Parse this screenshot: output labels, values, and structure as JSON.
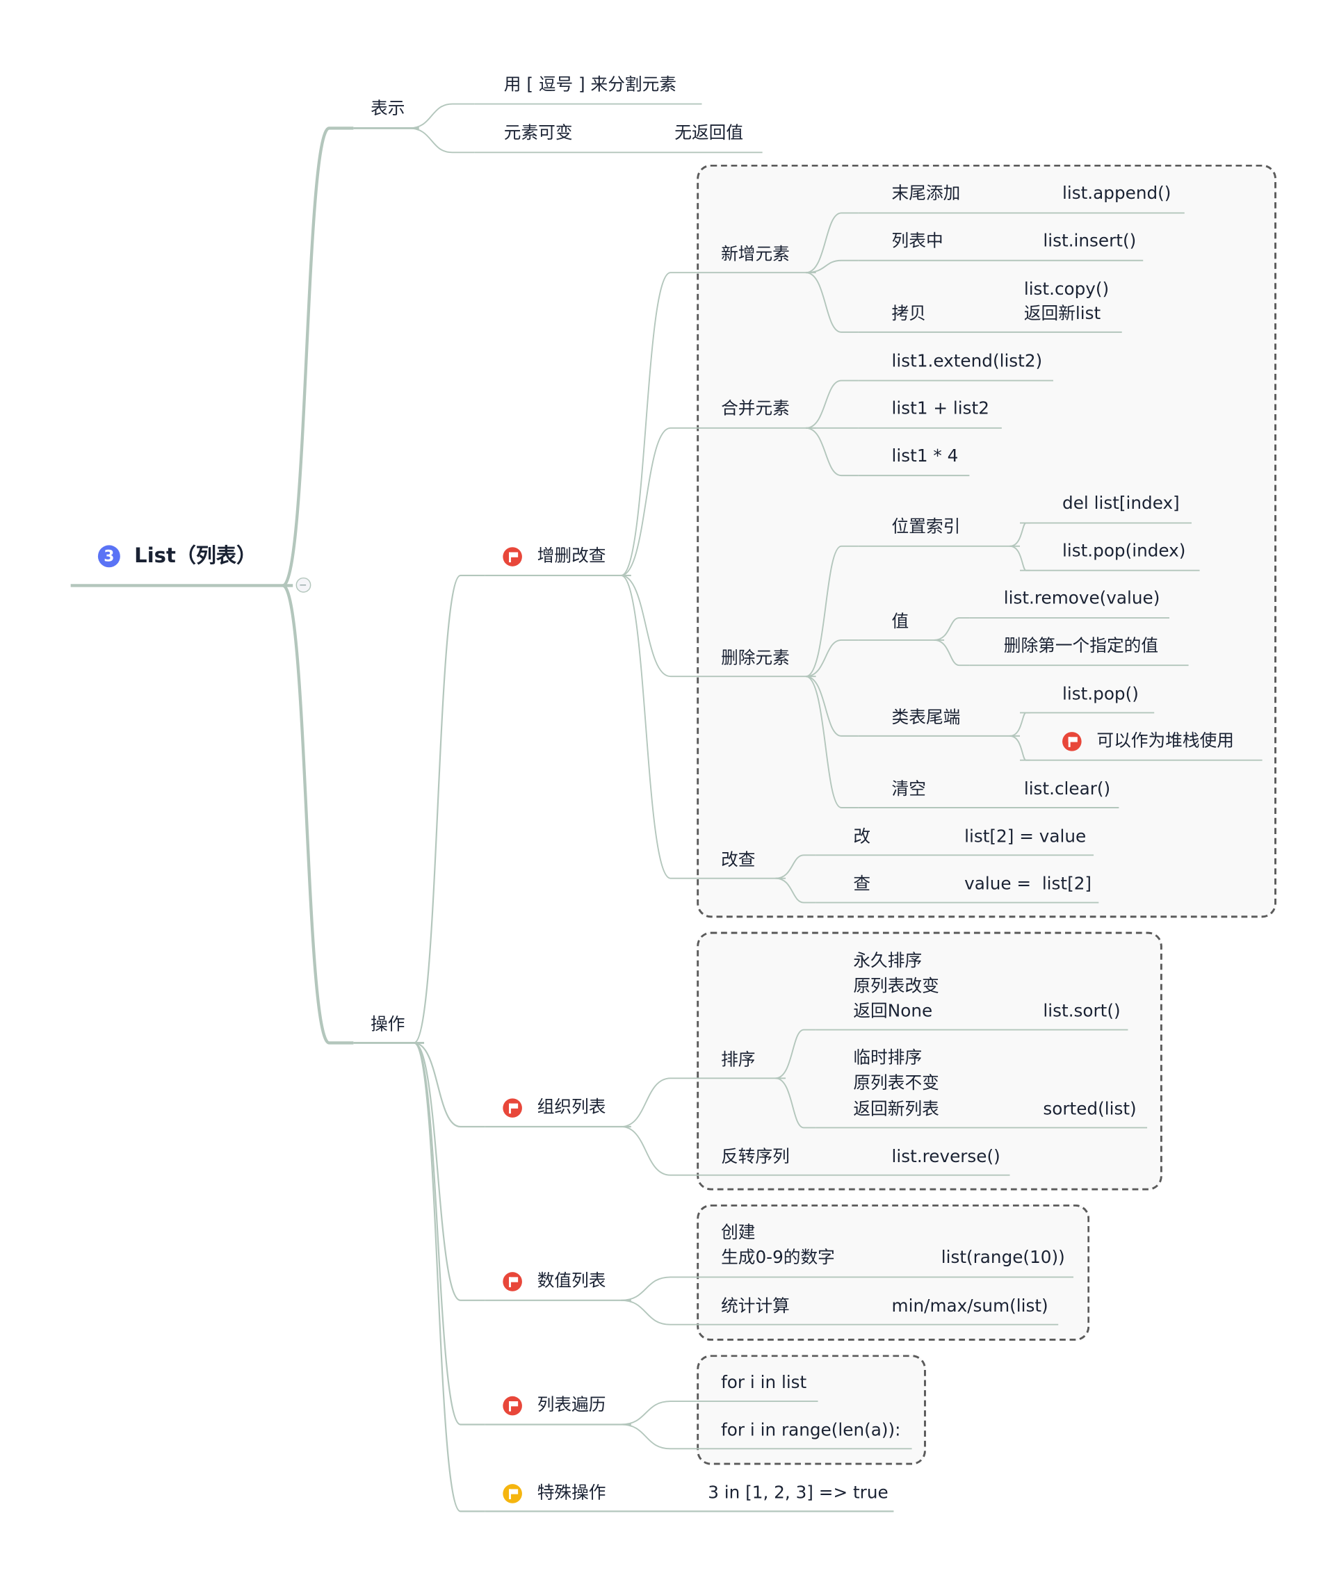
{
  "root": {
    "badge": "3",
    "title": "List（列表）"
  },
  "represent": {
    "label": "表示",
    "separator": "用 [ 逗号 ] 来分割元素",
    "mutable": "元素可变",
    "mutable_note": "无返回值"
  },
  "ops": {
    "label": "操作",
    "crud": {
      "label": "增删改查",
      "add": {
        "label": "新增元素",
        "append": {
          "label": "末尾添加",
          "code": "list.append()"
        },
        "insert": {
          "label": "列表中",
          "code": "list.insert()"
        },
        "copy": {
          "label": "拷贝",
          "code": "list.copy()",
          "note": "返回新list"
        }
      },
      "merge": {
        "label": "合并元素",
        "items": [
          "list1.extend(list2)",
          "list1 + list2",
          "list1 * 4"
        ]
      },
      "remove": {
        "label": "删除元素",
        "by_index": {
          "label": "位置索引",
          "items": [
            "del list[index]",
            "list.pop(index)"
          ]
        },
        "by_value": {
          "label": "值",
          "items": [
            "list.remove(value)",
            "删除第一个指定的值"
          ]
        },
        "tail": {
          "label": "类表尾端",
          "items": [
            "list.pop()",
            "可以作为堆栈使用"
          ]
        },
        "clear": {
          "label": "清空",
          "code": "list.clear()"
        }
      },
      "update_query": {
        "label": "改查",
        "update": {
          "label": "改",
          "code": "list[2] = value"
        },
        "query": {
          "label": "查",
          "code": "value =  list[2]"
        }
      }
    },
    "organize": {
      "label": "组织列表",
      "sort": {
        "label": "排序",
        "permanent": {
          "lines": [
            "永久排序",
            "原列表改变",
            "返回None"
          ],
          "code": "list.sort()"
        },
        "temporary": {
          "lines": [
            "临时排序",
            "原列表不变",
            "返回新列表"
          ],
          "code": "sorted(list)"
        }
      },
      "reverse": {
        "label": "反转序列",
        "code": "list.reverse()"
      }
    },
    "numeric": {
      "label": "数值列表",
      "create": {
        "lines": [
          "创建",
          "生成0-9的数字"
        ],
        "code": "list(range(10))"
      },
      "stats": {
        "label": "统计计算",
        "code": "min/max/sum(list)"
      }
    },
    "traverse": {
      "label": "列表遍历",
      "items": [
        "for i in list",
        "for i in range(len(a)):"
      ]
    },
    "special": {
      "label": "特殊操作",
      "code": "3 in [1, 2, 3] => true"
    }
  },
  "colors": {
    "line": "#b3c6bc",
    "text": "#1a2233",
    "flag_red": "#e8473a",
    "flag_yellow": "#f5b50f",
    "badge": "#5a73f5"
  }
}
